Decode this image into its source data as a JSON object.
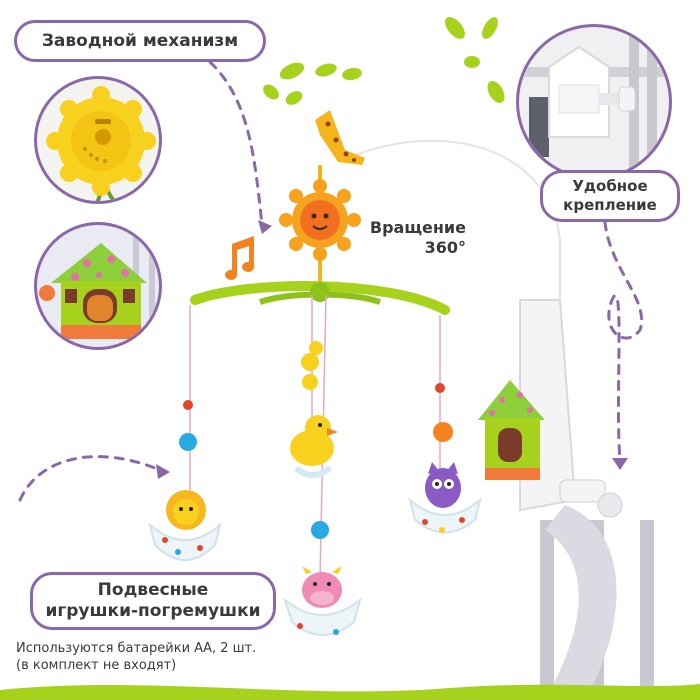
{
  "labels": {
    "wind_up": "Заводной механизм",
    "mount_line1": "Удобное",
    "mount_line2": "крепление",
    "rotation_line1": "Вращение",
    "rotation_line2": "360°",
    "toys_line1": "Подвесные",
    "toys_line2": "игрушки-погремушки"
  },
  "footnote": {
    "line1": "Используются батарейки АА, 2 шт.",
    "line2": "(в комплект не входят)"
  },
  "colors": {
    "accent_purple": "#8a67a8",
    "lime": "#a6d21e",
    "sun_yellow": "#f7d11e",
    "text": "#3a3a3a"
  }
}
